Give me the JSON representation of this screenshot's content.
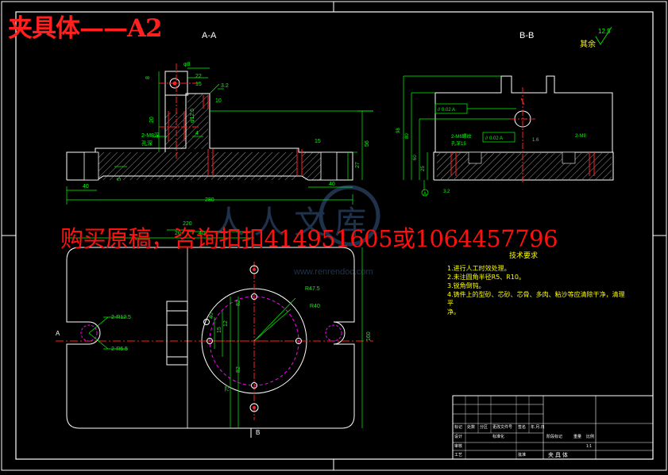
{
  "header": {
    "title_overlay": "夹具体——A2"
  },
  "watermark": {
    "ad_text": "购买原稿，咨询扣扣414951605或1064457796",
    "site": "www.renrendoc.com"
  },
  "sections": {
    "aa": "A-A",
    "bb": "B-B",
    "other_label": "其余",
    "roughness_main": "12.5"
  },
  "view_aa": {
    "dims": {
      "phi8": "φ8",
      "d22": "22",
      "d15": "15",
      "d10": "10",
      "d32": "3.2",
      "d8": "8",
      "d20": "20",
      "d25": "φ12.5",
      "m8": "2-M8深",
      "m8b": "孔深",
      "d4": "4",
      "d56": "56",
      "d27": "27",
      "d5": "5",
      "d40a": "40",
      "d40b": "40",
      "d280": "280",
      "d15b": "15"
    }
  },
  "view_bb": {
    "dims": {
      "d98": "98",
      "d80": "80",
      "d60": "60",
      "d25": "25",
      "tol1": "// 0.02 A",
      "tol2": "// 0.02 A",
      "m6": "2-M6螺纹",
      "m6b": "孔深15",
      "m8": "2-M8",
      "r16": "1.6",
      "d32": "3.2",
      "datum": "A"
    }
  },
  "plan_view": {
    "dims": {
      "d220": "220",
      "d20": "20",
      "d40": "40",
      "r125": "2-R12.5",
      "r65": "2-R6.5",
      "r475": "R47.5",
      "r40": "R40",
      "d160": "160",
      "d82a": "82",
      "d82b": "82",
      "d75": "75",
      "d15": "15",
      "d40b": "40",
      "d12": "12",
      "secA": "A",
      "secB": "B"
    }
  },
  "tech_requirements": {
    "title": "技术要求",
    "items": [
      "1.进行人工时效处理。",
      "2.未注圆角半径R5、R10。",
      "3.锐角倒钝。",
      "4.铸件上的型砂、芯砂、芯骨、多肉、粘沙等应清除干净，清理平"
    ],
    "item4_cont": "净。"
  },
  "title_block": {
    "name": "夹 具 体",
    "scale_label": "比例",
    "row_labels": [
      "标记",
      "处数",
      "分区",
      "更改文件号",
      "签名",
      "年.月.日"
    ],
    "design": "设计",
    "standard": "标准化",
    "review": "审核",
    "process": "工艺",
    "approve": "批准",
    "stage": "阶段标记",
    "weight": "重量",
    "ratio": "1:1"
  }
}
